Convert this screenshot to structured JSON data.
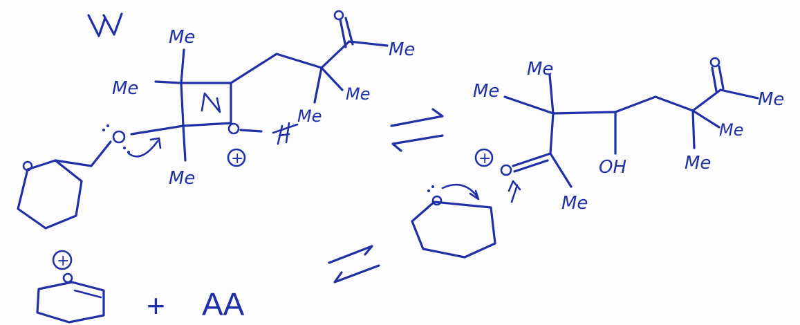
{
  "labels": {
    "me": "Me",
    "h": "H",
    "oh": "OH",
    "o": "O",
    "plus_charge": "+",
    "plus_sign": "+",
    "aa": "AA"
  },
  "colors": {
    "ink": "#1f2fa8",
    "paper": "#fdfdff"
  },
  "icons": {
    "equilibrium": "equilibrium-arrows-icon",
    "curved_arrow": "curved-arrow-icon",
    "cation": "circled-plus-icon"
  }
}
